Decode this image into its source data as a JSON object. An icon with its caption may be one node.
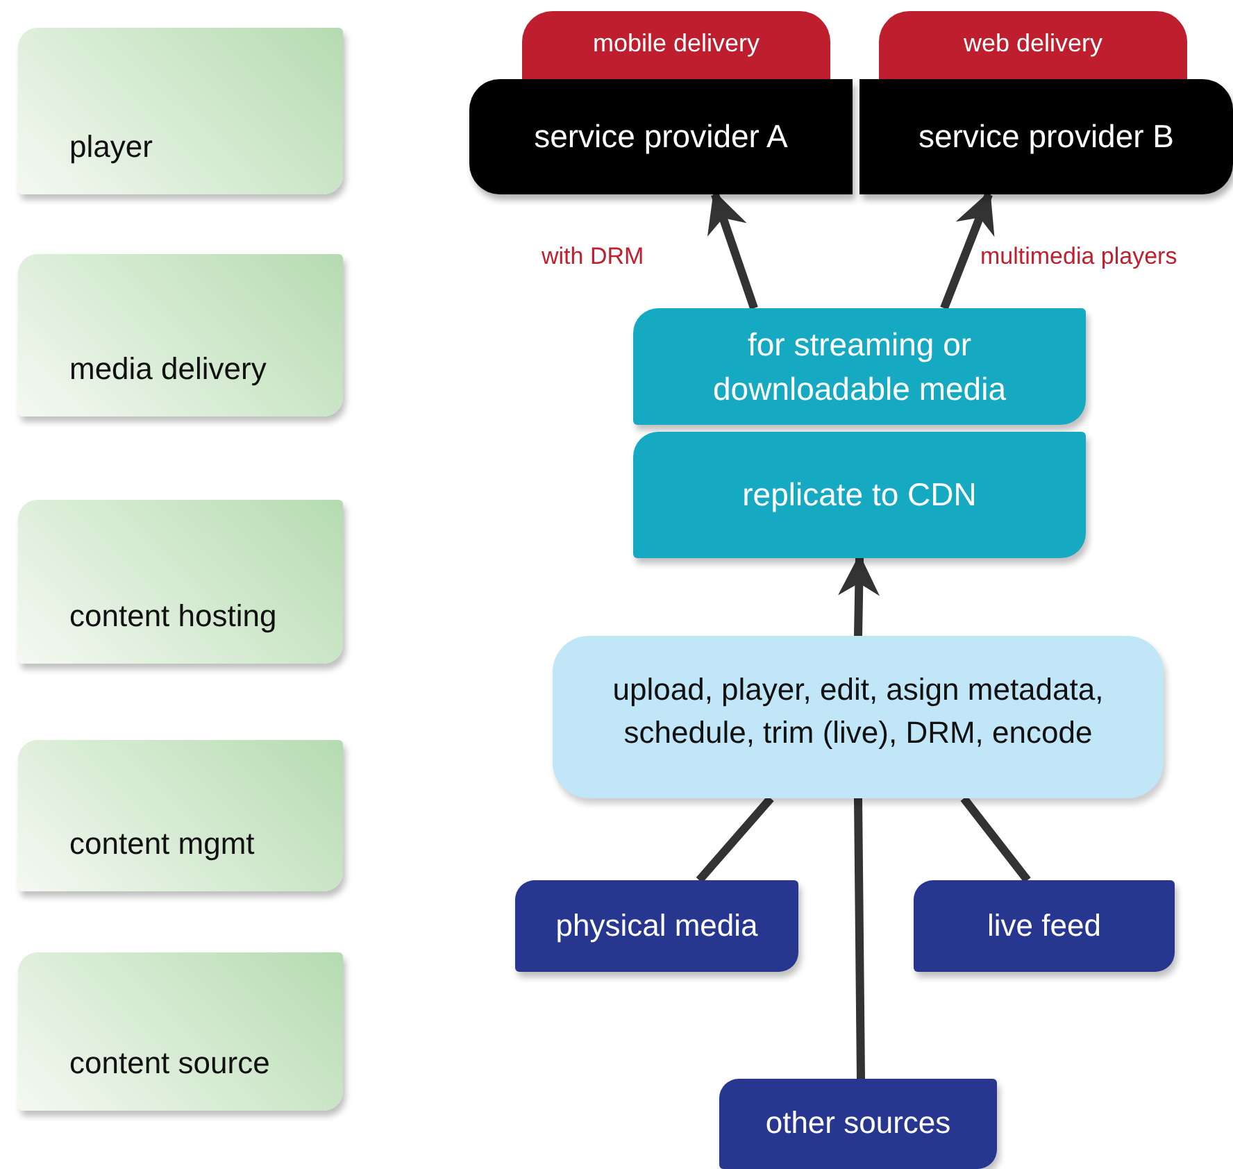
{
  "diagram": {
    "nodes": [
      {
        "text": [
          "player"
        ]
      },
      {
        "text": [
          "media delivery"
        ]
      },
      {
        "text": [
          "content hosting"
        ]
      },
      {
        "text": [
          "content mgmt"
        ]
      },
      {
        "text": [
          "content source"
        ]
      },
      {
        "text": [
          "mobile delivery"
        ]
      },
      {
        "text": [
          "service provider A"
        ]
      },
      {
        "text": [
          "web delivery"
        ]
      },
      {
        "text": [
          "service provider B"
        ]
      },
      {
        "text": [
          "for streaming or downloadable media"
        ]
      },
      {
        "text": [
          "replicate to CDN"
        ]
      },
      {
        "text": [
          "upload, player, edit, asign metadata, schedule, trim (live), DRM, encode"
        ]
      },
      {
        "text": [
          "physical media"
        ]
      },
      {
        "text": [
          "live feed"
        ]
      },
      {
        "text": [
          "other sources"
        ]
      }
    ],
    "edges": [
      {
        "from": 9,
        "to": 6,
        "arrow": "to"
      },
      {
        "from": 9,
        "to": 8,
        "arrow": "to"
      },
      {
        "from": 11,
        "to": 10,
        "arrow": "to"
      },
      {
        "from": 12,
        "to": 11,
        "arrow": "none"
      },
      {
        "from": 13,
        "to": 11,
        "arrow": "none"
      },
      {
        "from": 14,
        "to": 11,
        "arrow": "none"
      }
    ],
    "labels": [
      "with DRM",
      "multimedia players"
    ]
  }
}
